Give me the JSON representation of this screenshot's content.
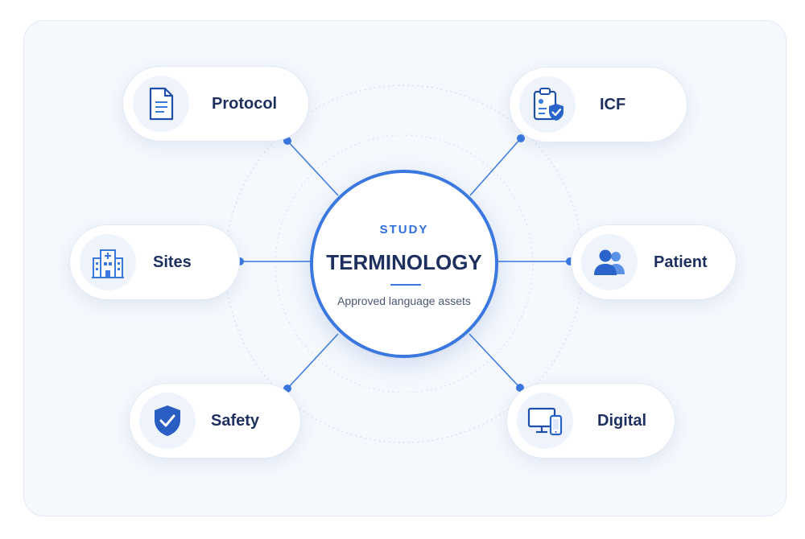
{
  "center": {
    "kicker": "STUDY",
    "title": "TERMINOLOGY",
    "subtitle": "Approved language assets"
  },
  "nodes": [
    {
      "id": "protocol",
      "label": "Protocol",
      "icon": "document-icon"
    },
    {
      "id": "icf",
      "label": "ICF",
      "icon": "clipboard-shield-icon"
    },
    {
      "id": "sites",
      "label": "Sites",
      "icon": "hospital-icon"
    },
    {
      "id": "patient",
      "label": "Patient",
      "icon": "people-icon"
    },
    {
      "id": "safety",
      "label": "Safety",
      "icon": "shield-check-icon"
    },
    {
      "id": "digital",
      "label": "Digital",
      "icon": "devices-icon"
    }
  ],
  "colors": {
    "accent": "#3a78e0",
    "text": "#1c2f5e",
    "panel": "#f5f8fd"
  }
}
